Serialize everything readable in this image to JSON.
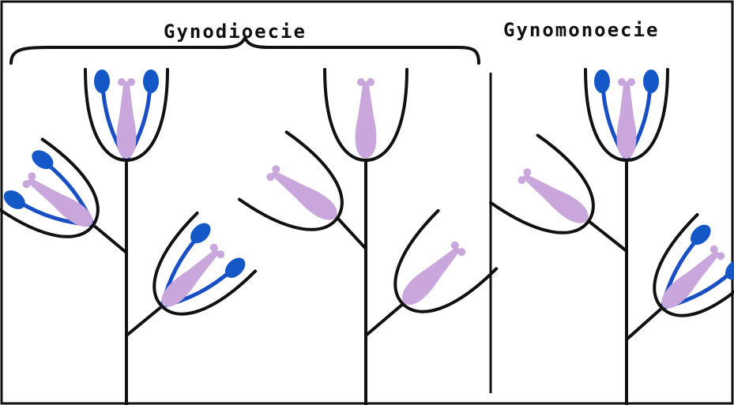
{
  "labels": {
    "left": "Gynodioecie",
    "right": "Gynomonoecie"
  },
  "colors": {
    "ink": "#111111",
    "stamen_blue": "#1458c8",
    "pistil_lilac": "#c9a7dc",
    "background": "#ffffff"
  },
  "plants": [
    {
      "name": "hermaphrodite-plant",
      "flowers": [
        "hermaphrodite",
        "hermaphrodite",
        "hermaphrodite"
      ]
    },
    {
      "name": "female-plant",
      "flowers": [
        "female",
        "female",
        "female"
      ]
    },
    {
      "name": "gynomonoecious-plant",
      "flowers": [
        "hermaphrodite",
        "female",
        "hermaphrodite"
      ]
    }
  ]
}
